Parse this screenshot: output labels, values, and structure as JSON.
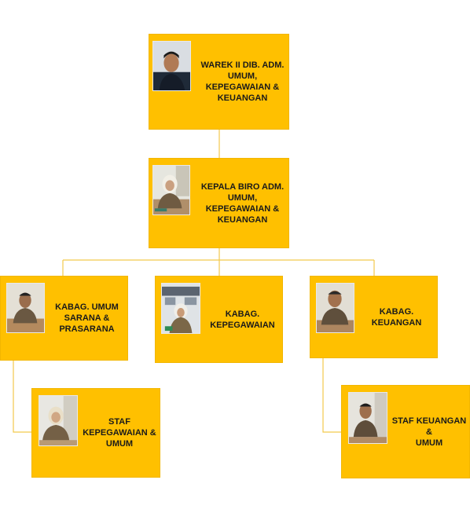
{
  "org_chart": {
    "nodes": {
      "warek": {
        "title": "WAREK  II DIB. ADM.\nUMUM,\nKEPEGAWAIAN &\nKEUANGAN",
        "photo": "person-photo"
      },
      "kepala_biro": {
        "title": "KEPALA BIRO ADM.\nUMUM,\nKEPEGAWAIAN &\nKEUANGAN",
        "photo": "person-photo"
      },
      "kabag_umum": {
        "title": "KABAG. UMUM\nSARANA &\nPRASARANA",
        "photo": "person-photo"
      },
      "kabag_kepegawaian": {
        "title": "KABAG.\nKEPEGAWAIAN",
        "photo": "person-photo"
      },
      "kabag_keuangan": {
        "title": "KABAG.\nKEUANGAN",
        "photo": "person-photo"
      },
      "staf_kepegawaian": {
        "title": "STAF\nKEPEGAWAIAN &\nUMUM",
        "photo": "person-photo"
      },
      "staf_keuangan": {
        "title": "STAF KEUANGAN &\nUMUM",
        "photo": "person-photo"
      }
    },
    "colors": {
      "box": "#FFC000",
      "connector": "#F2C94C"
    }
  }
}
